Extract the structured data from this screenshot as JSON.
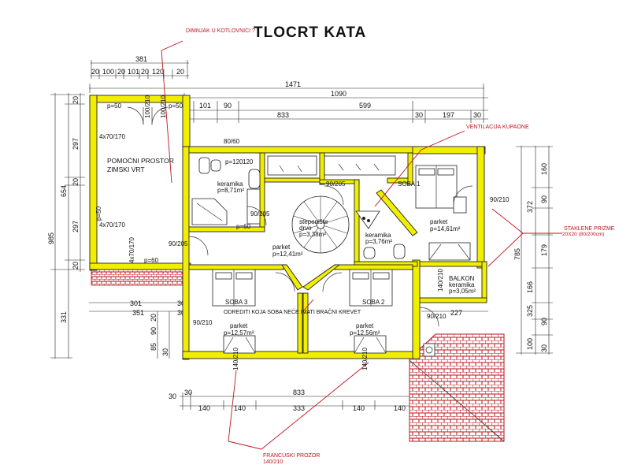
{
  "title": "TLOCRT KATA",
  "annotations": {
    "chimney": "DIMNJAK U KOTLOVNICI ?",
    "vent": "VENTILACIJA KUPAONE",
    "glass_title": "STAKLENE PRIZME",
    "glass_size": "20X20 (80/200cm)",
    "beds_note": "ODREDITI KOJA SOBA NEĆE IMATI BRAČNI KREVET",
    "french_window": "FRANCUSKI PROZOR",
    "french_window_size": "140/210"
  },
  "rooms": {
    "aux_name1": "POMOĆNI PROSTOR",
    "aux_name2": "ZIMSKI VRT",
    "bath_floor": "keramika",
    "bath_area": "p=8,71m²",
    "stair_name": "stepenište",
    "stair_mat": "drvo",
    "stair_area": "p=3,38m²",
    "hall_floor": "parket",
    "hall_area": "p=12,41m²",
    "wc_floor": "keramika",
    "wc_area": "p=3,76m²",
    "soba1_name": "SOBA 1",
    "soba1_floor": "parket",
    "soba1_area": "p=14,61m²",
    "balcon_name": "BALKON",
    "balcon_floor": "keramika",
    "balcon_area": "p=3,05m²",
    "soba3_name": "SOBA 3",
    "soba3_floor": "parket",
    "soba3_area": "p=12,57m²",
    "soba2_name": "SOBA 2",
    "soba2_floor": "parket",
    "soba2_area": "p=12,56m²",
    "aux_p": "p=60",
    "bath_p": "p=120"
  },
  "top_dims": {
    "d381": "381",
    "row1": [
      "20",
      "100",
      "20",
      "101",
      "20",
      "120",
      "20"
    ],
    "d1471": "1471",
    "d1090": "1090",
    "row3": [
      "101",
      "90",
      "599"
    ],
    "d833": "833",
    "d30": "30",
    "d197": "197",
    "d30b": "30"
  },
  "left_dims": {
    "total": "985",
    "d654": "654",
    "d331": "331",
    "d297a": "297",
    "d20": "20",
    "d297b": "297",
    "d20b": "20",
    "d20c": "20"
  },
  "right_dims": {
    "total": "785",
    "d160": "160",
    "d372": "372",
    "d90": "90",
    "d179": "179",
    "d166": "166",
    "d325": "325",
    "d90b": "90",
    "d100": "100",
    "d30": "30"
  },
  "bottom_dims": {
    "row1": [
      "30",
      "833",
      "30"
    ],
    "row2": [
      "140",
      "140",
      "333",
      "140",
      "140"
    ],
    "d30": "30"
  },
  "inner_dims": {
    "d301": "301",
    "d30a": "30",
    "d351": "351",
    "d30b": "30",
    "d227": "227",
    "d20": "20",
    "d90": "90",
    "d85": "85",
    "d30c": "30"
  },
  "doors": {
    "d90_205": "90/205",
    "d90_210": "90/210",
    "d140_210": "140/210",
    "d80_60": "80/60",
    "d4x70_170": "4x70/170",
    "d4x70_170b": "4x70/170",
    "d4x70_170c": "4x70/170",
    "d100_210": "100/210",
    "d100_210b": "100/210",
    "p50a": "p=50",
    "p50b": "p=50",
    "p50c": "p=50",
    "p60": "p=60",
    "d120": "120",
    "d140": "140"
  },
  "colors": {
    "wall": "#f2ee00",
    "annotation": "#c0141e",
    "roof": "#b8141e"
  }
}
